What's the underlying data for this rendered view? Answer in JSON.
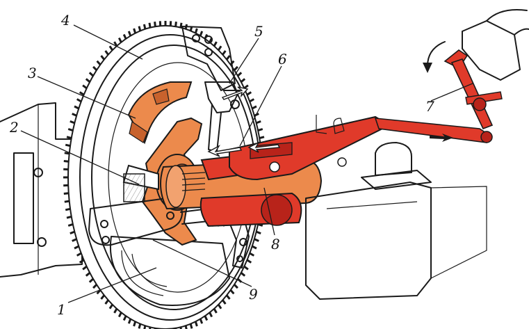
{
  "callouts": {
    "c1": "1",
    "c2": "2",
    "c3": "3",
    "c4": "4",
    "c5": "5",
    "c6": "6",
    "c7": "7",
    "c8": "8",
    "c9": "9"
  },
  "colors": {
    "red": "#e03a2a",
    "dark_red": "#b8231a",
    "orange": "#ec8a4c",
    "dark_orange": "#c8622d",
    "line": "#1a1a1a"
  }
}
